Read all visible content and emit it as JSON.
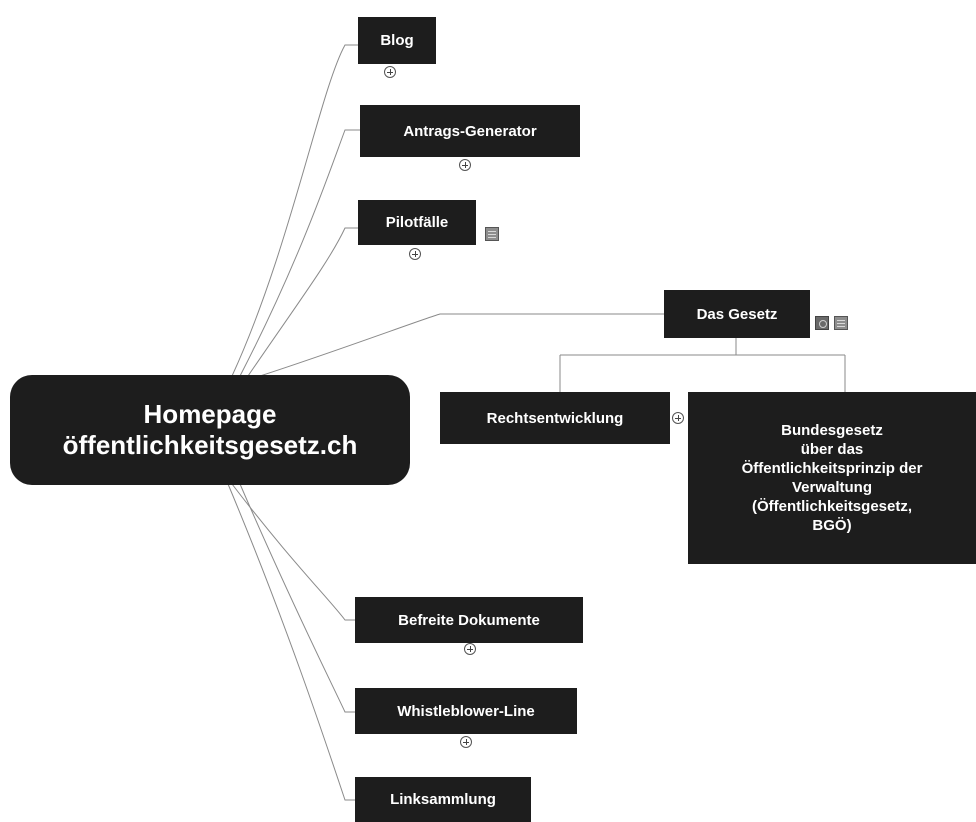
{
  "root": {
    "line1": "Homepage",
    "line2": "öffentlichkeitsgesetz.ch"
  },
  "branches": {
    "blog": "Blog",
    "antrag": "Antrags-Generator",
    "pilot": "Pilotfälle",
    "gesetz": "Das Gesetz",
    "befreite": "Befreite Dokumente",
    "whistle": "Whistleblower-Line",
    "links": "Linksammlung"
  },
  "gesetz_children": {
    "rechtsentwicklung": "Rechtsentwicklung",
    "bundesgesetz": {
      "line1": "Bundesgesetz",
      "line2": "über das",
      "line3": "Öffentlichkeitsprinzip der",
      "line4": "Verwaltung",
      "line5": "(Öffentlichkeitsgesetz,",
      "line6": "BGÖ)"
    }
  },
  "colors": {
    "node_fill": "#1d1d1d",
    "node_text": "#ffffff",
    "connector": "#888888",
    "background": "#ffffff"
  },
  "icons": [
    "expand-icon",
    "note-icon",
    "link-icon"
  ]
}
